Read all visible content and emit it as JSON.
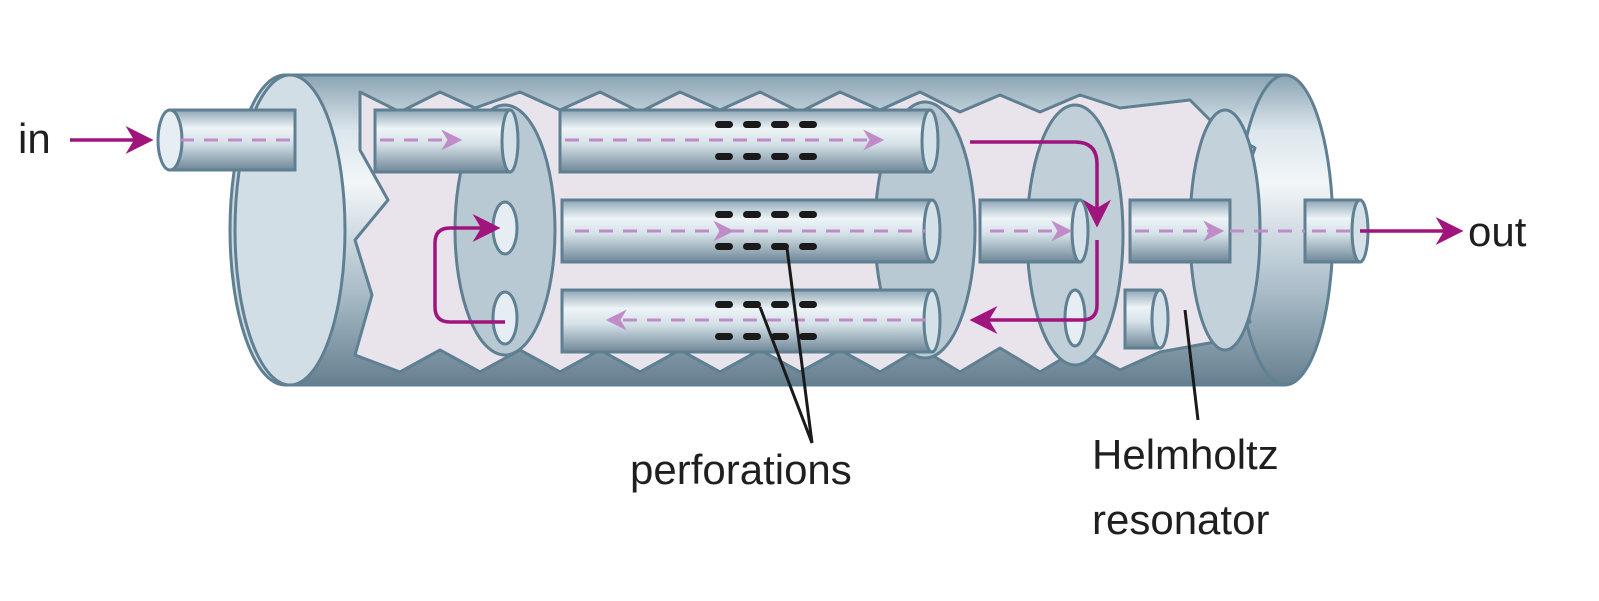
{
  "labels": {
    "inlet": "in",
    "outlet": "out",
    "perforations": "perforations",
    "resonator_line1": "Helmholtz",
    "resonator_line2": "resonator"
  },
  "colors": {
    "flow_arrow": "#a0147e",
    "flow_dashed": "#c08cc8",
    "shell_dark": "#5f7f92",
    "shell_light": "#e6eef4",
    "interior": "#e8e2ea",
    "baffle": "#b9c9d3",
    "perforation": "#1a1a1a"
  }
}
